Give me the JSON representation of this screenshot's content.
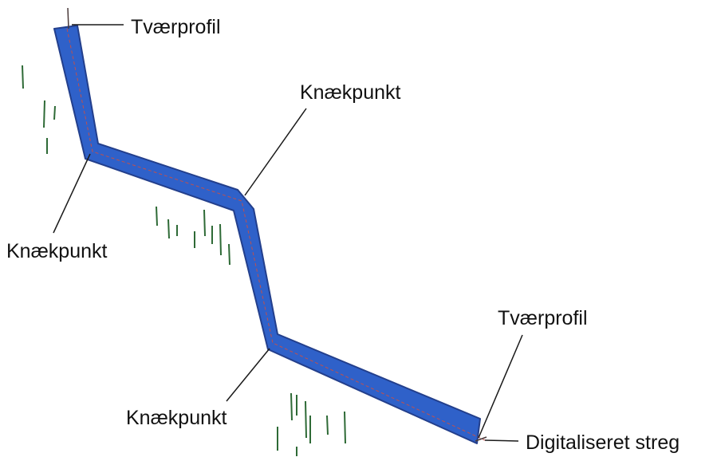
{
  "labels": {
    "cross_profile_top": "Tværprofil",
    "bend_point_upper_right": "Knækpunkt",
    "bend_point_left": "Knækpunkt",
    "bend_point_lower": "Knækpunkt",
    "cross_profile_bottom": "Tværprofil",
    "digitized_line": "Digitaliseret streg"
  },
  "colors": {
    "band_fill": "#2f61c9",
    "band_edge": "#233f8c",
    "digitized_line": "#c0504d",
    "vegetation": "#2e6a36",
    "leader": "#1a1a1a"
  }
}
